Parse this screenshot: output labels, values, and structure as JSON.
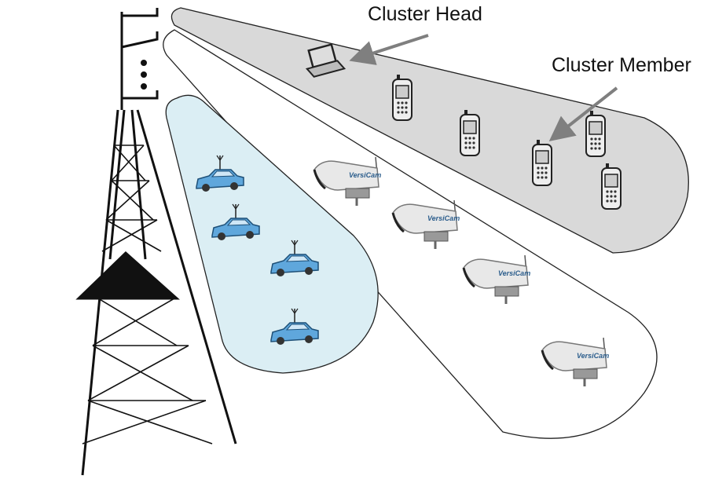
{
  "labels": {
    "cluster_head": "Cluster Head",
    "cluster_member": "Cluster Member"
  },
  "camera_logo_text": "VersiCam",
  "colors": {
    "gray_cluster": "#d9d9d9",
    "blue_cluster": "#dbeef4",
    "car": "#5fa7dc",
    "arrow": "#7f7f7f"
  }
}
